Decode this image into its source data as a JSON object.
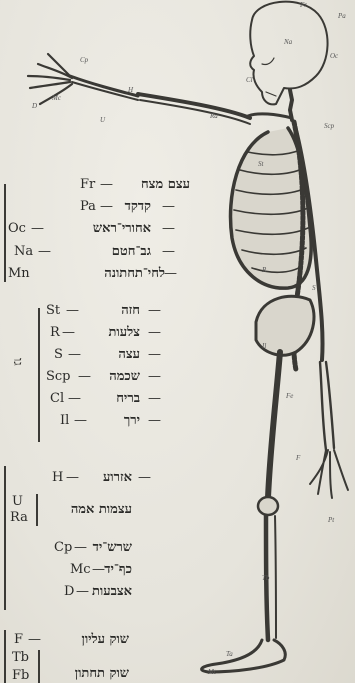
{
  "skeleton_labels": [
    "Fr",
    "Pa",
    "Na",
    "Oc",
    "Cl",
    "Cp",
    "Mc",
    "D",
    "H",
    "St",
    "Scp",
    "Ra",
    "U",
    "R",
    "S",
    "Il",
    "Fe",
    "F",
    "Tb",
    "Ta",
    "Mt",
    "Pt"
  ],
  "skull": [
    {
      "abbr": "Fr",
      "name": "עצם מצח"
    },
    {
      "abbr": "Pa",
      "name": "קדקד"
    },
    {
      "abbr": "Oc",
      "name": "אחורי־ראש"
    },
    {
      "abbr": "Na",
      "name": "גב־חטם"
    },
    {
      "abbr": "Mn",
      "name": "לחי־תחתונה"
    }
  ],
  "trunk": [
    {
      "abbr": "St",
      "name": "חזה"
    },
    {
      "abbr": "R",
      "name": "צלעות"
    },
    {
      "abbr": "S",
      "name": "עצה"
    },
    {
      "abbr": "Scp",
      "name": "שכמה"
    },
    {
      "abbr": "Cl",
      "name": "בריח"
    },
    {
      "abbr": "Il",
      "name": "ירך"
    }
  ],
  "trunk_side": "גו",
  "arm": {
    "upper": {
      "abbr": "H",
      "name": "אזרוע"
    },
    "forearm_abbrs": [
      "U",
      "Ra"
    ],
    "forearm_name": "עצמות אמה",
    "wrist": {
      "abbr": "Cp",
      "name": "שרש־יד"
    },
    "palm": {
      "abbr": "Mc",
      "name": "כף־יד"
    },
    "fingers": {
      "abbr": "D",
      "name": "אצבעות"
    }
  },
  "leg": {
    "thigh": {
      "abbr": "F",
      "name": "שוק עליון"
    },
    "shin_abbrs": [
      "Tb",
      "Fb"
    ],
    "shin_name": "שוק תחתון"
  }
}
